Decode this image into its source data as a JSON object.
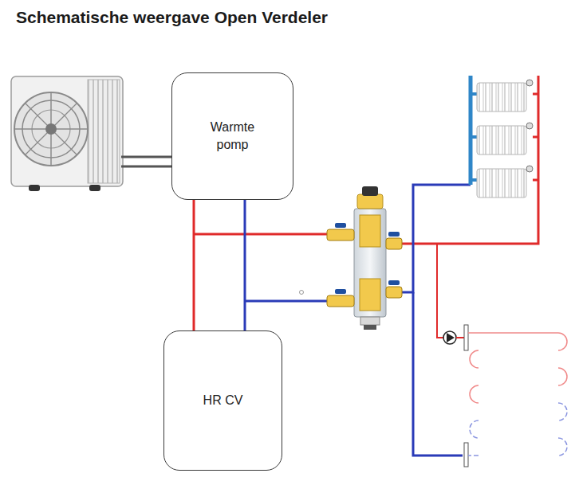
{
  "diagram": {
    "title": "Schematische weergave Open Verdeler",
    "nodes": [
      {
        "text": [
          "Warmte pomp"
        ]
      },
      {
        "text": [
          "HR CV"
        ]
      }
    ],
    "edges": [
      {
        "from": 0,
        "to": 1,
        "arrow": "none"
      },
      {
        "from": 0,
        "to": 1,
        "arrow": "none"
      }
    ]
  }
}
